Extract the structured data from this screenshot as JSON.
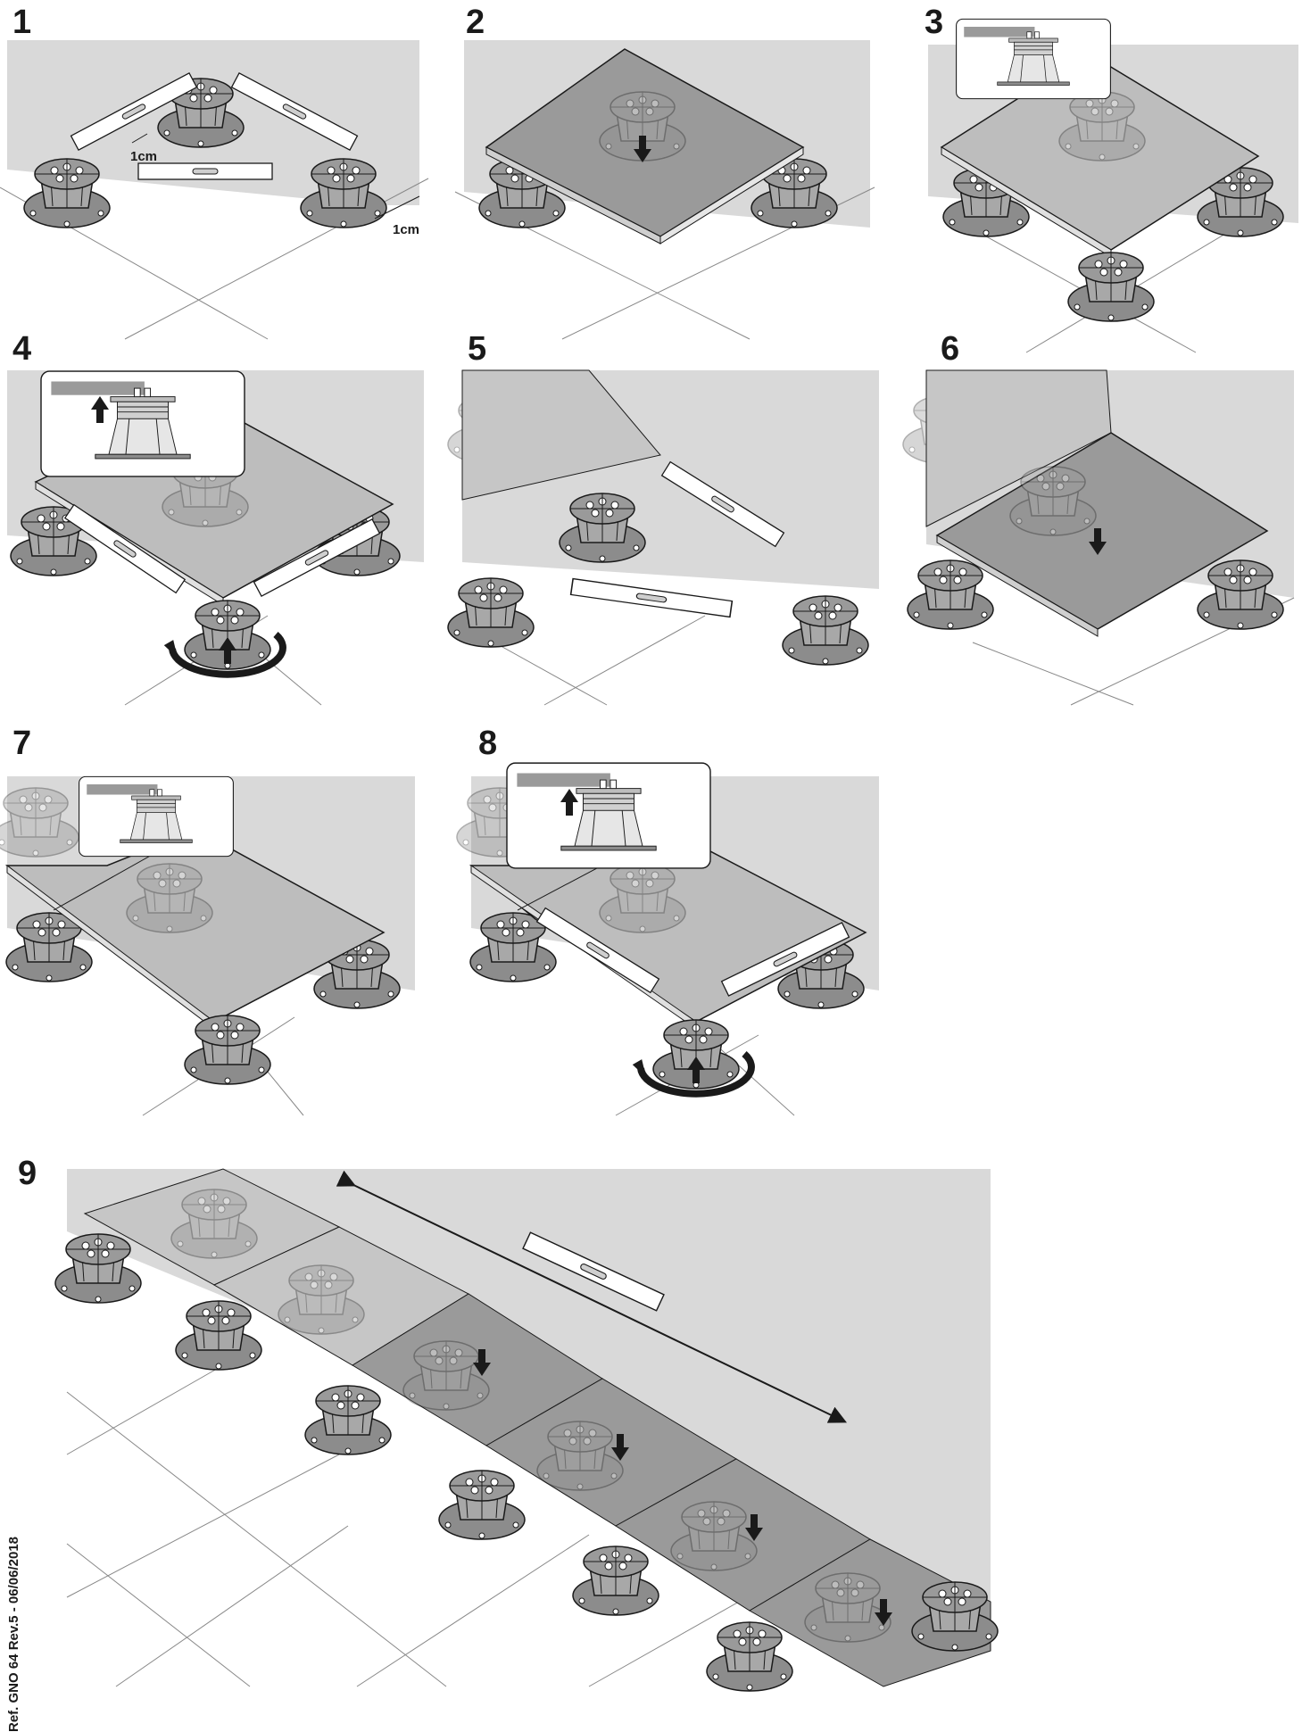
{
  "steps": [
    {
      "number": "1",
      "measure_a": "1cm",
      "measure_b": "1cm"
    },
    {
      "number": "2"
    },
    {
      "number": "3"
    },
    {
      "number": "4"
    },
    {
      "number": "5"
    },
    {
      "number": "6"
    },
    {
      "number": "7"
    },
    {
      "number": "8"
    },
    {
      "number": "9"
    }
  ],
  "reference": "Ref. GNO 64 Rev.5 - 06/06/2018",
  "colors": {
    "wall": "#d9d9d9",
    "tile": "#bdbdbd",
    "tile_dark": "#9a9a9a",
    "pedestal": "#8c8c8c",
    "ink": "#1a1a1a"
  }
}
